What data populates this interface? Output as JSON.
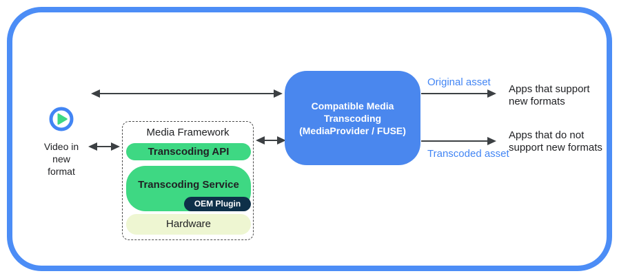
{
  "colors": {
    "frame_blue": "#4c8df6",
    "box_blue": "#4a87ee",
    "accent_blue": "#4285f4",
    "green": "#3ed883",
    "navy": "#0e3049",
    "pale_green": "#eef6d2",
    "arrow_gray": "#3c4043"
  },
  "source": {
    "icon": "play-icon",
    "label": "Video in new format"
  },
  "media_framework": {
    "title": "Media Framework",
    "api_label": "Transcoding API",
    "service_label": "Transcoding Service",
    "plugin_label": "OEM Plugin",
    "hardware_label": "Hardware"
  },
  "transcoder": {
    "title": "Compatible Media Transcoding",
    "subtitle": "(MediaProvider / FUSE)"
  },
  "outputs": {
    "original_label": "Original asset",
    "original_target": "Apps that support new formats",
    "transcoded_label": "Transcoded asset",
    "transcoded_target": "Apps that do not support new formats"
  }
}
